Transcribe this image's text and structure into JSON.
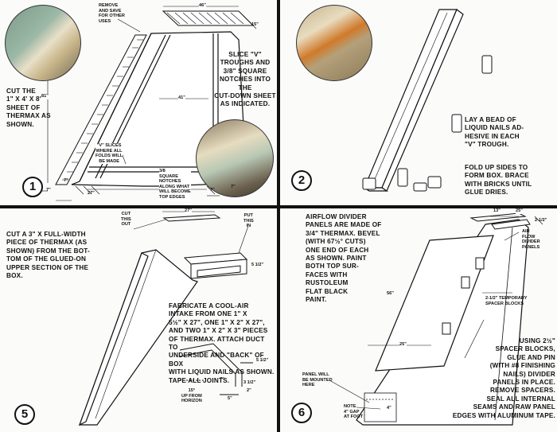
{
  "panel1": {
    "number": "1",
    "instruction": "CUT THE\n1\" X 4' X 8'\nSHEET OF\nTHERMAX AS\nSHOWN.",
    "slice_instruction": "SLICE \"V\"\nTROUGHS AND\n3/8\" SQUARE\nNOTCHES INTO THE\nCUT-DOWN SHEET\nAS INDICATED.",
    "remove_label": "REMOVE\nAND SAVE\nFOR OTHER\nUSES",
    "v_slices_label": "\"V\" SLICES\nWHERE ALL\nFOLDS WILL\nBE MADE",
    "notch_label": "3/8\nSQUARE\nNOTCHES\nALONG WHAT\nWILL BECOME\nTOP EDGES",
    "dim_46": "46\"",
    "dim_15": "15\"",
    "dim_81": "81\"",
    "dim_41": "41\"",
    "dim_27": "27\"",
    "dim_7a": "7\"",
    "dim_7b": "7\"",
    "dim_7c": "7\"",
    "dim_7d": "7\""
  },
  "panel2": {
    "number": "2",
    "bead_instruction": "LAY A BEAD OF\nLIQUID NAILS AD-\nHESIVE IN EACH\n\"V\" TROUGH.",
    "fold_instruction": "FOLD UP SIDES TO\nFORM BOX. BRACE\nWITH BRICKS UNTIL\nGLUE DRIES."
  },
  "panel5": {
    "number": "5",
    "cut_instruction": "CUT A 3\" X FULL-WIDTH\nPIECE OF THERMAX (AS\nSHOWN) FROM THE BOT-\nTOM OF THE GLUED-ON\nUPPER SECTION OF THE\nBOX.",
    "intake_instruction": "FABRICATE A COOL-AIR\nINTAKE FROM ONE 1\" X\n5½\" X 27\", ONE 1\" X 2\" X 27\",\nAND TWO 1\" X 2\" X 3\" PIECES\nOF THERMAX. ATTACH DUCT TO\nUNDERSIDE AND \"BACK\" OF BOX\nWITH LIQUID NAILS AS SHOWN.\nTAPE ALL JOINTS.",
    "cut_out_label": "CUT\nTHIS\nOUT",
    "put_in_label": "PUT\nTHIS\nIN",
    "dim_27": "27\"",
    "dim_5half": "5 1/2\"",
    "dim_7": "7\"",
    "dim_3half": "3 1/2\"",
    "dim_2": "2\"",
    "dim_5half_b": "5 1/2\"",
    "dim_5": "5\"",
    "angle_label": "15°\nUP FROM\nHORIZON"
  },
  "panel6": {
    "number": "6",
    "divider_instruction": "AIRFLOW DIVIDER\nPANELS ARE MADE OF\n3/4\" THERMAX. BEVEL\n(WITH 67½° CUTS)\nONE END OF EACH\nAS SHOWN. PAINT\nBOTH TOP SUR-\nFACES WITH\nRUSTOLEUM\nFLAT BLACK\nPAINT.",
    "spacer_instruction": "USING 2½\"\nSPACER BLOCKS,\nGLUE AND PIN\n(WITH #8 FINISHING\nNAILS) DIVIDER\nPANELS IN PLACE.\nREMOVE SPACERS.\nSEAL ALL INTERNAL\nSEAMS AND RAW PANEL\nEDGES WITH ALUMINUM TAPE.",
    "airflow_label": "AIR\nFLOW\nDIVIDER\nPANELS",
    "spacer_label": "2-1/2\" TEMPORARY\nSPACER BLOCKS",
    "panel_label": "PANEL WILL\nBE MOUNTED\nHERE",
    "gap_label": "NOTE\n4\" GAP\nAT FOOT",
    "dim_13": "13\"",
    "dim_25": "25\"",
    "dim_2half": "2-1/2\"",
    "dim_56": "56\"",
    "dim_25b": "25\"",
    "dim_4": "4\""
  }
}
